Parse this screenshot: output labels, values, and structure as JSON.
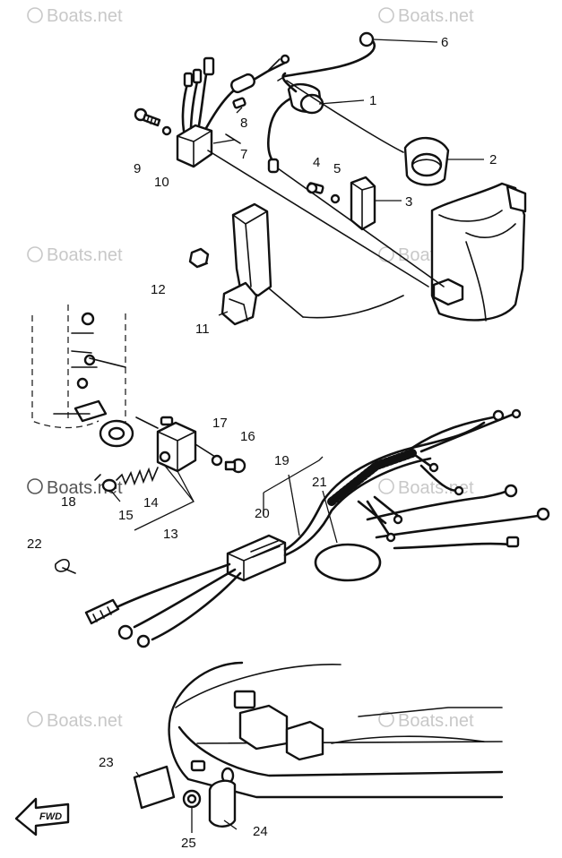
{
  "watermark": {
    "text": "Boats.net"
  },
  "direction_label": "FWD",
  "callouts": [
    "1",
    "2",
    "3",
    "4",
    "5",
    "6",
    "7",
    "8",
    "9",
    "10",
    "11",
    "12",
    "13",
    "14",
    "15",
    "16",
    "17",
    "18",
    "19",
    "20",
    "21",
    "22",
    "23",
    "24",
    "25"
  ]
}
